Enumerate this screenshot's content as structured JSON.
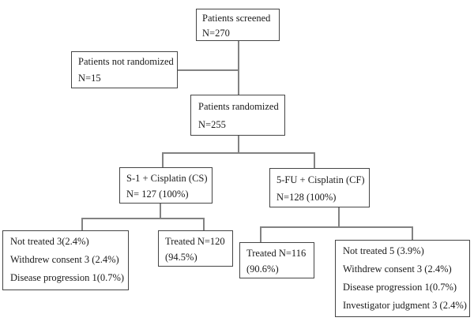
{
  "diagram": {
    "kind": "patient-flow-diagram",
    "boxes": {
      "screened": {
        "lines": [
          "Patients screened",
          "N=270"
        ]
      },
      "not_randomized": {
        "lines": [
          "Patients not randomized",
          "N=15"
        ]
      },
      "randomized": {
        "lines": [
          "Patients randomized",
          "N=255"
        ]
      },
      "cs_arm": {
        "lines": [
          "S-1 + Cisplatin (CS)",
          "N= 127 (100%)"
        ]
      },
      "cf_arm": {
        "lines": [
          "5-FU + Cisplatin (CF)",
          "N=128 (100%)"
        ]
      },
      "cs_not_treated": {
        "lines": [
          "Not treated 3(2.4%)",
          "Withdrew consent 3 (2.4%)",
          "Disease progression 1(0.7%)"
        ]
      },
      "cs_treated": {
        "lines": [
          "Treated N=120",
          "(94.5%)"
        ]
      },
      "cf_treated": {
        "lines": [
          "Treated N=116",
          "(90.6%)"
        ]
      },
      "cf_not_treated": {
        "lines": [
          "Not treated 5 (3.9%)",
          "Withdrew consent 3 (2.4%)",
          "Disease progression 1(0.7%)",
          "Investigator judgment 3 (2.4%)"
        ]
      }
    },
    "colors": {
      "background": "#ffffff",
      "box_border": "#454545",
      "connector_line": "#828282",
      "text": "#1a1a1a"
    }
  }
}
